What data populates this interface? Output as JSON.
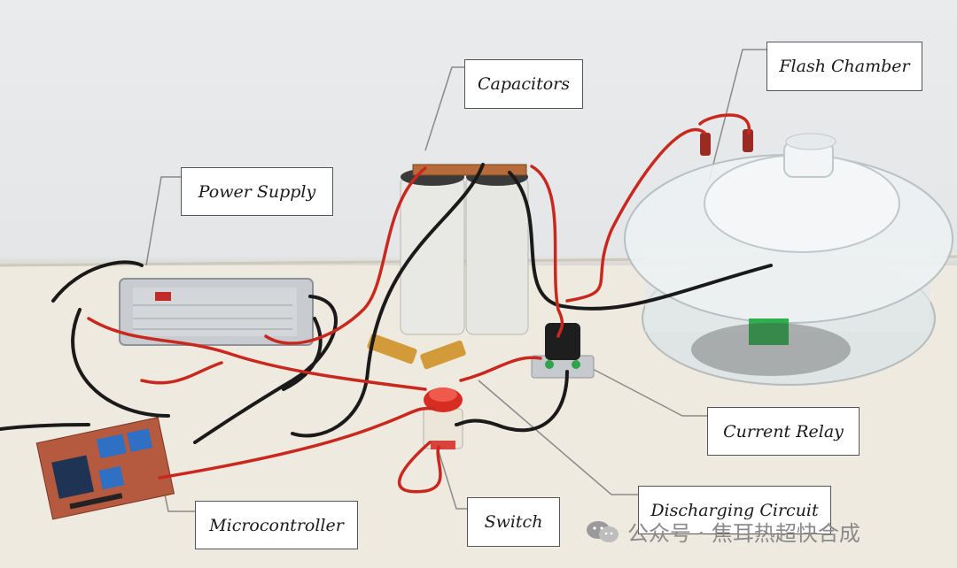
{
  "labels": {
    "capacitors": "Capacitors",
    "flash_chamber": "Flash Chamber",
    "power_supply": "Power Supply",
    "current_relay": "Current Relay",
    "discharging_circuit": "Discharging Circuit",
    "switch": "Switch",
    "microcontroller": "Microcontroller"
  },
  "watermark": {
    "text": "公众号 · 焦耳热超快合成",
    "icon": "wechat-icon"
  },
  "colors": {
    "label_background": "#ffffff",
    "label_border": "#555555",
    "leader_line": "#888888",
    "wire_red": "#c8281e",
    "wire_black": "#1a1a1a"
  }
}
